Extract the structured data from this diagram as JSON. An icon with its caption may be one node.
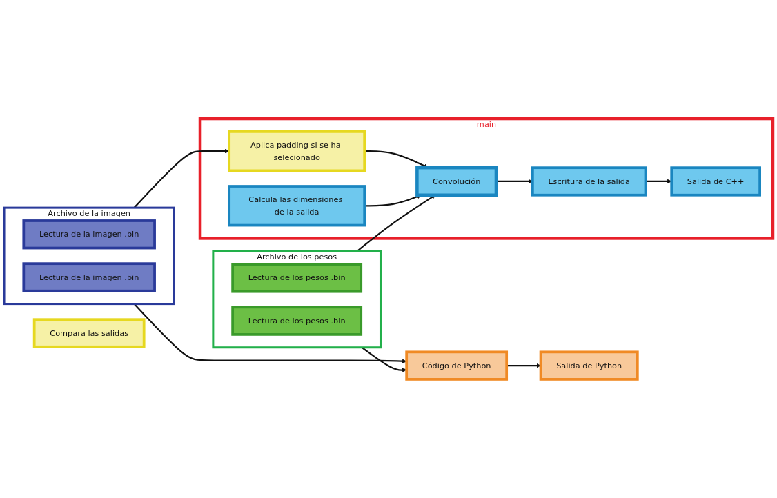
{
  "diagram": {
    "nodes": [
      {
        "text": [
          "main"
        ]
      },
      {
        "text": [
          "Archivo de la imagen"
        ]
      },
      {
        "text": [
          "Lectura de la imagen .bin"
        ],
        "in": 1
      },
      {
        "text": [
          "Lectura de la imagen .bin"
        ],
        "in": 1
      },
      {
        "text": [
          "Aplica padding si se ha selecionado"
        ],
        "in": 0
      },
      {
        "text": [
          "Calcula las dimensiones de la salida"
        ],
        "in": 0
      },
      {
        "text": [
          "Convolución"
        ],
        "in": 0
      },
      {
        "text": [
          "Archivo de los pesos"
        ]
      },
      {
        "text": [
          "Lectura de los pesos .bin"
        ],
        "in": 7
      },
      {
        "text": [
          "Lectura de los pesos .bin"
        ],
        "in": 7
      },
      {
        "text": [
          "Código de Python"
        ]
      },
      {
        "text": [
          "Salida de Python"
        ]
      },
      {
        "text": [
          "Compara las salidas"
        ]
      },
      {
        "text": [
          "Salida de C++"
        ],
        "in": 0
      },
      {
        "text": [
          "Escritura de la salida"
        ],
        "in": 0
      }
    ],
    "edges": [
      {
        "from": 1,
        "to": 4,
        "arrow": "to"
      },
      {
        "from": 4,
        "to": 6,
        "arrow": "to"
      },
      {
        "from": 5,
        "to": 6,
        "arrow": "to"
      },
      {
        "from": 7,
        "to": 6,
        "arrow": "to"
      },
      {
        "from": 1,
        "to": 10,
        "arrow": "to"
      },
      {
        "from": 7,
        "to": 10,
        "arrow": "to"
      },
      {
        "from": 10,
        "to": 11,
        "arrow": "to"
      },
      {
        "from": 6,
        "to": 14,
        "arrow": "to"
      },
      {
        "from": 14,
        "to": 13,
        "arrow": "to"
      }
    ]
  }
}
